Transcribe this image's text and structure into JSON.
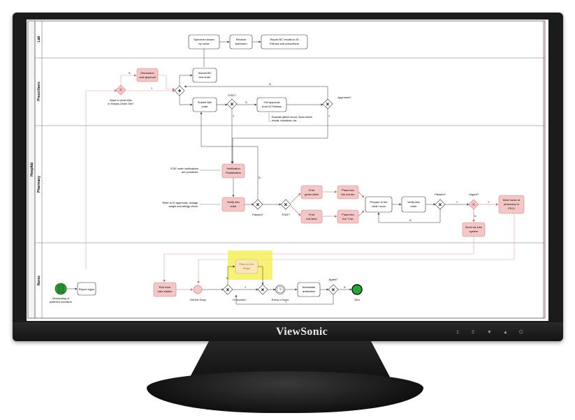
{
  "monitor": {
    "brand": "ViewSonic",
    "buttons": [
      "1",
      "2",
      "▼",
      "▲",
      "⏻"
    ]
  },
  "lanes": {
    "pool": "Hospital",
    "lab": "Lab",
    "prescribers": "Prescribers",
    "pharmacy": "Pharmacy",
    "nurse": "Nurse"
  },
  "lab": {
    "specimen": [
      "Specimen drawn",
      "by nurse"
    ],
    "receive": [
      "Receive",
      "specimen"
    ],
    "report": [
      "Report BC results to ID",
      "Fellows and prescribers"
    ]
  },
  "prescribers": {
    "discussion": [
      "Discussion",
      "and approval"
    ],
    "want_to_order": [
      "Want to order Abx",
      "in Sepsis Order Set?"
    ],
    "submit_bc": [
      "Submit BC",
      "test order"
    ],
    "submit_abx": [
      "Submit Abx",
      "order"
    ],
    "stat_q": "STAT?",
    "get_approval": [
      "Get approval",
      "from ID Fellows"
    ],
    "approved_q": "Approved?",
    "evaluate_note": [
      "Evaluate patient record, blood culture",
      "results, indications, etc."
    ]
  },
  "pharmacy": {
    "stat_note": [
      "STAT order verifications",
      "are prioritized."
    ],
    "verification": [
      "Verification",
      "Prioritization"
    ],
    "refer_note": [
      "Refer to ID approvals, dosage,",
      "weight and allergy check."
    ],
    "verify_abx": [
      "Verify Abx",
      "order"
    ],
    "passed_q": "Passed?",
    "stat_q2": "STAT?",
    "print_green": [
      "Print",
      "green label"
    ],
    "print_red": [
      "Print",
      "red label"
    ],
    "place_red_bin": [
      "Place into",
      "the red bin"
    ],
    "place_t_bin": [
      "Place into",
      "the T bin"
    ],
    "prepare_clean": [
      "Prepare in the",
      "clean room"
    ],
    "verify_abx2": [
      "Verify Abx",
      "order"
    ],
    "passed_q2": "Passed?",
    "urgent_q": "Urgent?",
    "meet_nurse": [
      "Meet nurse at",
      "pharmacy or",
      "PICU"
    ],
    "send_tube": [
      "Send via tube",
      "system"
    ]
  },
  "nurse": {
    "worsening": [
      "Worsening of",
      "patient's condition"
    ],
    "report_signs": "Report signs",
    "pick_tube": [
      "Pick from",
      "tube station"
    ],
    "get_drug": "Get the Drug",
    "iv_access_q": "IV access?",
    "place_fridge": [
      "Place in the",
      "fridge"
    ],
    "every_x_hours": "Every x hours",
    "administer": [
      "Administer",
      "antibiotics"
    ],
    "again_q": "Again?",
    "end": "End"
  },
  "edge_labels": {
    "n": "N",
    "y": "Y"
  },
  "colors": {
    "accent_task": "#f5c6c6",
    "accent_border": "#c98a8a",
    "flow_red": "#d9a3a3",
    "highlight": "#f5f05c",
    "start": "#2e9e3a",
    "end": "#22a83a"
  }
}
